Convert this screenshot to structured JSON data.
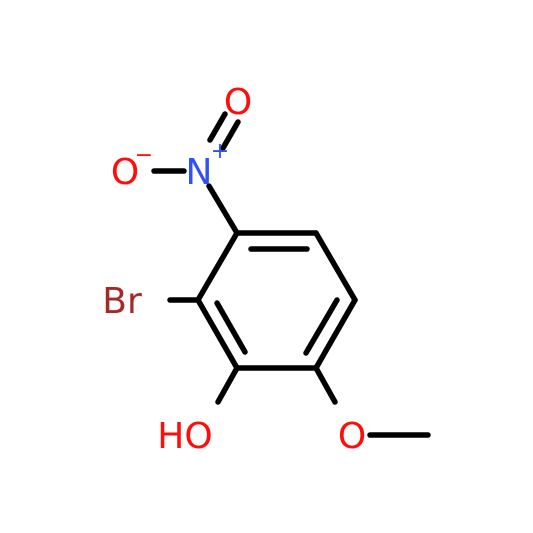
{
  "colors": {
    "bond": "#000000",
    "oxygen": "#ff0d0d",
    "nitrogen": "#3050f8",
    "bromine": "#a62929",
    "background": "#ffffff"
  },
  "atoms": {
    "o_minus": "O",
    "o_minus_charge": "−",
    "n_plus": "N",
    "n_plus_charge": "+",
    "o_double": "O",
    "br": "Br",
    "ho": "HO",
    "o_methoxy": "O"
  }
}
